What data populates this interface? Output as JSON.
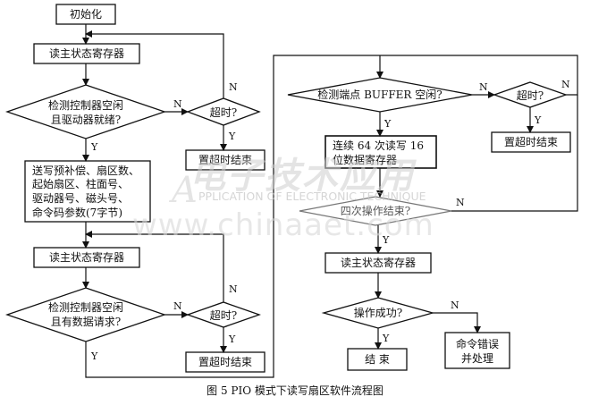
{
  "nodes": {
    "init": "初始化",
    "read_status_1": "读主状态寄存器",
    "check_ready_line1": "检测控制器空闲",
    "check_ready_line2": "且驱动器就绪?",
    "timeout_1": "超时?",
    "set_timeout_1": "置超时结束",
    "send_params_line1": "送写预补偿、扇区数、",
    "send_params_line2": "起始扇区、柱面号、",
    "send_params_line3": "驱动器号、磁头号、",
    "send_params_line4": "命令码参数(7字节)",
    "read_status_2": "读主状态寄存器",
    "check_drq_line1": "检测控制器空闲",
    "check_drq_line2": "且有数据请求?",
    "timeout_2": "超时?",
    "set_timeout_2": "置超时结束",
    "check_buffer": "检测端点 BUFFER 空闲?",
    "timeout_3": "超时?",
    "set_timeout_3": "置超时结束",
    "rw_data_line1": "连续 64 次读写 16",
    "rw_data_line2": "位数据寄存器",
    "loop4": "四次操作结束?",
    "read_status_3": "读主状态寄存器",
    "op_success": "操作成功?",
    "end": "结  束",
    "error_line1": "命令错误",
    "error_line2": "并处理"
  },
  "labels": {
    "yes": "Y",
    "no": "N"
  },
  "watermark": {
    "cn": "电子技术应用",
    "a": "A",
    "en": "PPLICATION OF ELECTRONIC TECHNIQUE",
    "url": "www.chinaaet.com"
  },
  "caption": "图 5  PIO 模式下读写扇区软件流程图"
}
